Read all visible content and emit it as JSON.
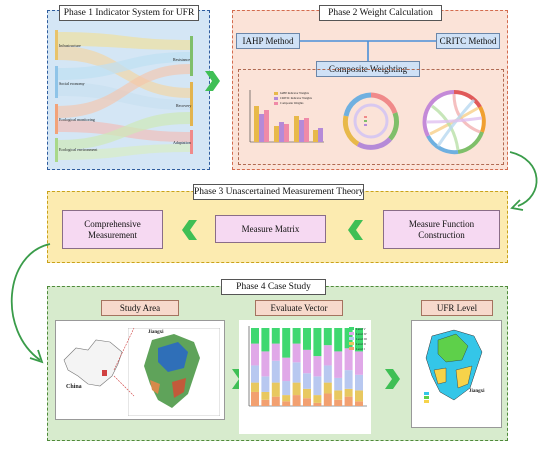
{
  "phase1": {
    "title": "Phase 1 Indicator System for UFR",
    "left_labels": [
      "Infrastructure",
      "Social economy",
      "Ecological monitoring",
      "Ecological environment"
    ],
    "right_labels": [
      "Resistance",
      "Recovery",
      "Adaptation"
    ]
  },
  "phase2": {
    "title": "Phase 2 Weight Calculation",
    "iahp": "IAHP Method",
    "critic": "CRITC Method",
    "composite": "Composite Weighting",
    "legend": [
      "IAHP Indicator Weights",
      "CRITIC Indicator Weights",
      "Composite Weights"
    ]
  },
  "phase3": {
    "title": "Phase 3 Unascertained Measurement Theory",
    "comprehensive": "Comprehensive Measurement",
    "matrix": "Measure Matrix",
    "function": "Measure Function Construction"
  },
  "phase4": {
    "title": "Phase 4 Case Study",
    "study_area": "Study Area",
    "evaluate": "Evaluate Vector",
    "ufr_level": "UFR Level",
    "map_china": "China",
    "map_jiangxi": "Jiangxi",
    "map_jiangxi2": "Jiangxi",
    "stack_legend": [
      "Level V",
      "Level IV",
      "Level III",
      "Level II",
      "Level I"
    ]
  },
  "colors": {
    "phase1_fill": "#d4e6f5",
    "phase1_border": "#2f5d9e",
    "phase2_fill": "#fbe3d8",
    "phase2_border": "#d36b4e",
    "phase3_fill": "#fcebb0",
    "phase3_border": "#c9a21a",
    "phase4_fill": "#d7ebcd",
    "phase4_border": "#4f8a3a",
    "chevron": "#3fbf55",
    "arrow": "#3a9c4a"
  }
}
